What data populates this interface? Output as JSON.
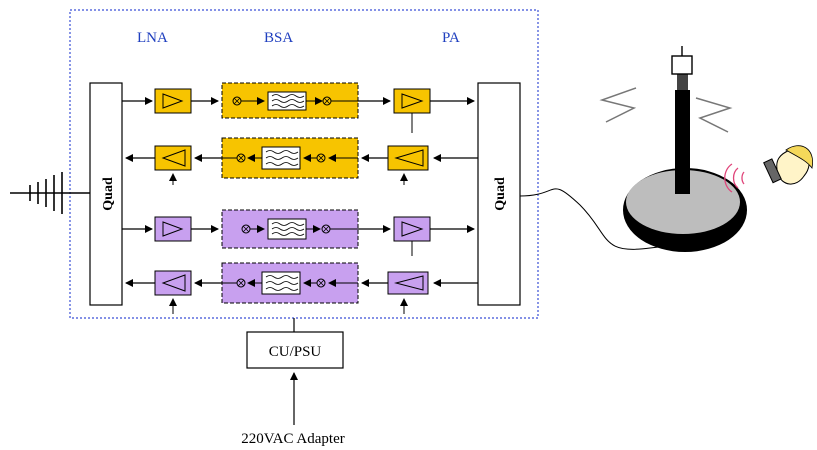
{
  "stages": {
    "lna": "LNA",
    "bsa": "BSA",
    "pa": "PA"
  },
  "quad": {
    "left": "Quad",
    "right": "Quad"
  },
  "control_unit": "CU/PSU",
  "power_input": "220VAC Adapter",
  "colors": {
    "enclosure_border": "#3a4fd6",
    "stage_label": "#1f3fbf",
    "band_1": "#f7c400",
    "band_2": "#c8a0ef"
  },
  "icons": [
    "antenna-array-icon",
    "amplifier-icon",
    "mixer-icon",
    "saw-filter-icon",
    "base-station-antenna-icon",
    "mobile-user-icon",
    "wireless-signal-icon"
  ]
}
